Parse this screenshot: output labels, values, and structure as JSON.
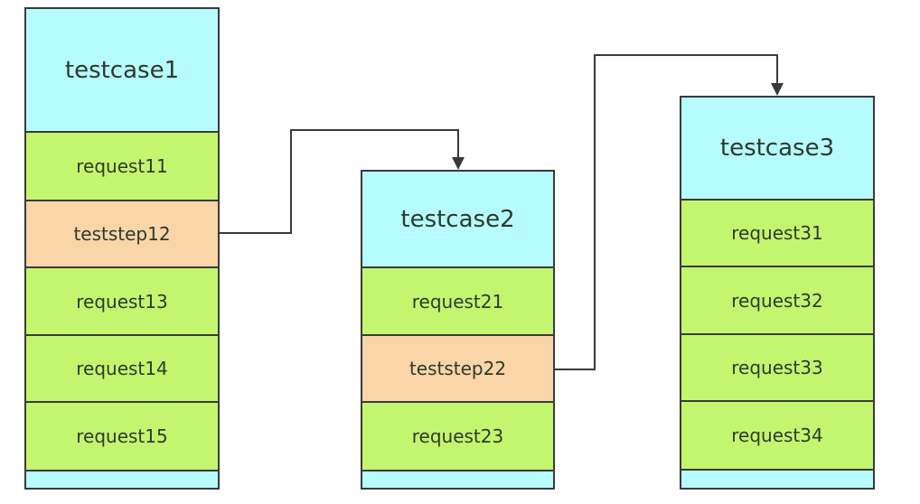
{
  "columns": [
    {
      "title": "testcase1",
      "items": [
        {
          "label": "request11",
          "kind": "request"
        },
        {
          "label": "teststep12",
          "kind": "teststep"
        },
        {
          "label": "request13",
          "kind": "request"
        },
        {
          "label": "request14",
          "kind": "request"
        },
        {
          "label": "request15",
          "kind": "request"
        }
      ]
    },
    {
      "title": "testcase2",
      "items": [
        {
          "label": "request21",
          "kind": "request"
        },
        {
          "label": "teststep22",
          "kind": "teststep"
        },
        {
          "label": "request23",
          "kind": "request"
        }
      ]
    },
    {
      "title": "testcase3",
      "items": [
        {
          "label": "request31",
          "kind": "request"
        },
        {
          "label": "request32",
          "kind": "request"
        },
        {
          "label": "request33",
          "kind": "request"
        },
        {
          "label": "request34",
          "kind": "request"
        }
      ]
    }
  ],
  "links": [
    {
      "from": "teststep12",
      "to": "testcase2"
    },
    {
      "from": "teststep22",
      "to": "testcase3"
    }
  ],
  "colors": {
    "header": "#b6fbff",
    "request": "#c4f56f",
    "teststep": "#f9d5a8",
    "border": "#3a3a3a"
  }
}
